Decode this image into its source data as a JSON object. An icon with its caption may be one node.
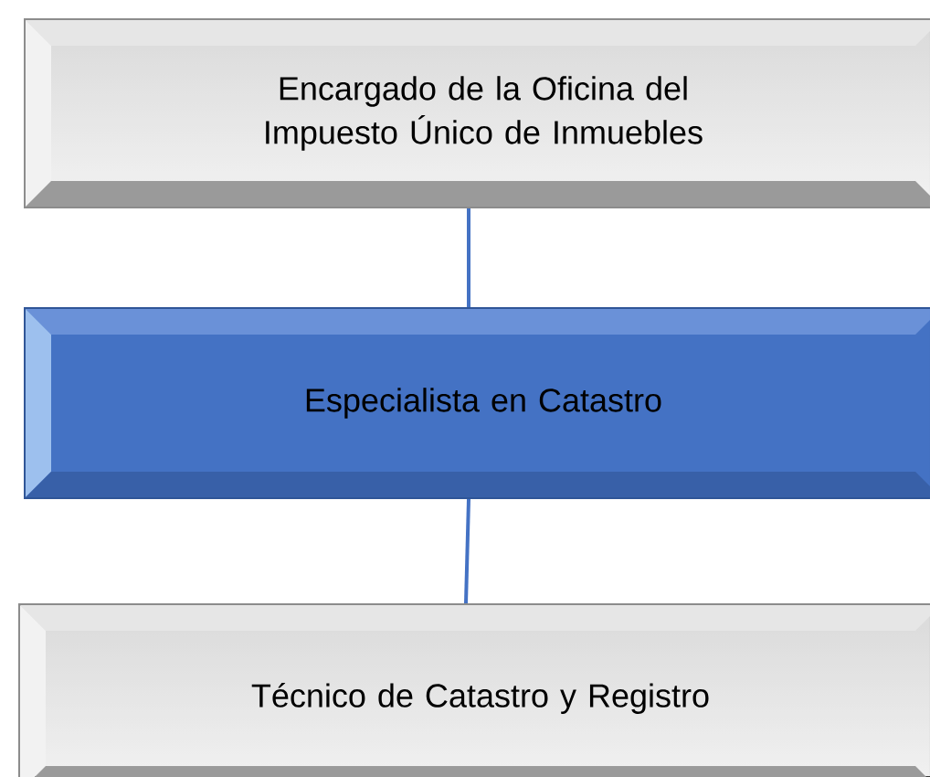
{
  "diagram": {
    "nodes": [
      {
        "text": [
          "Encargado de la Oficina del Impuesto Único de Inmuebles"
        ]
      },
      {
        "text": [
          "Especialista en Catastro"
        ]
      },
      {
        "text": [
          "Técnico de Catastro y Registro"
        ]
      }
    ],
    "edges": [
      {
        "from": 0,
        "to": 1,
        "arrow": "none"
      },
      {
        "from": 1,
        "to": 2,
        "arrow": "none"
      }
    ]
  }
}
